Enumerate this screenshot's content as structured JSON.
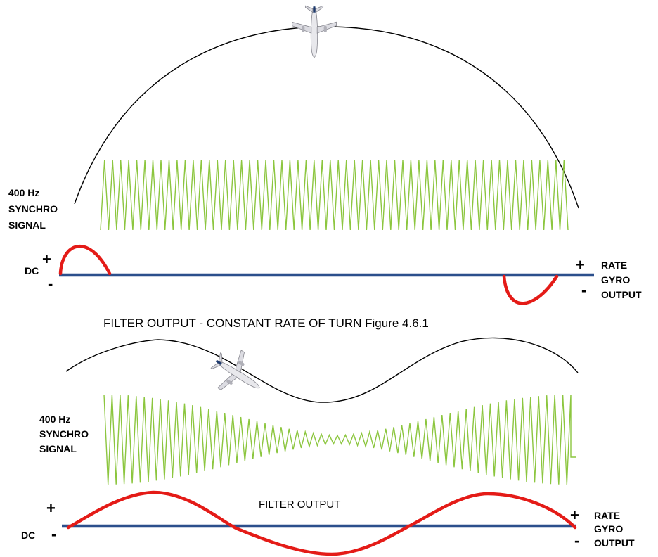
{
  "colors": {
    "signal": "#8cc63f",
    "filter_output": "#e41b17",
    "axis": "#2b4f8c",
    "flight_path": "#000000"
  },
  "figure1": {
    "caption": "FILTER OUTPUT - CONSTANT RATE OF TURN Figure 4.6.1",
    "signal_label": [
      "400 Hz",
      "SYNCHRO",
      "SIGNAL"
    ],
    "dc_label": "DC",
    "left_plus": "+",
    "left_minus": "-",
    "right_plus": "+",
    "right_minus": "-",
    "output_label": [
      "RATE",
      "GYRO",
      "OUTPUT"
    ],
    "aircraft_icon": "airplane-icon"
  },
  "figure2": {
    "title": "FILTER OUTPUT",
    "signal_label": [
      "400 Hz",
      "SYNCHRO",
      "SIGNAL"
    ],
    "dc_label": "DC",
    "left_plus": "+",
    "left_minus": "-",
    "right_plus": "+",
    "right_minus": "-",
    "output_label": [
      "RATE",
      "GYRO",
      "OUTPUT"
    ],
    "aircraft_icon": "airplane-icon"
  }
}
